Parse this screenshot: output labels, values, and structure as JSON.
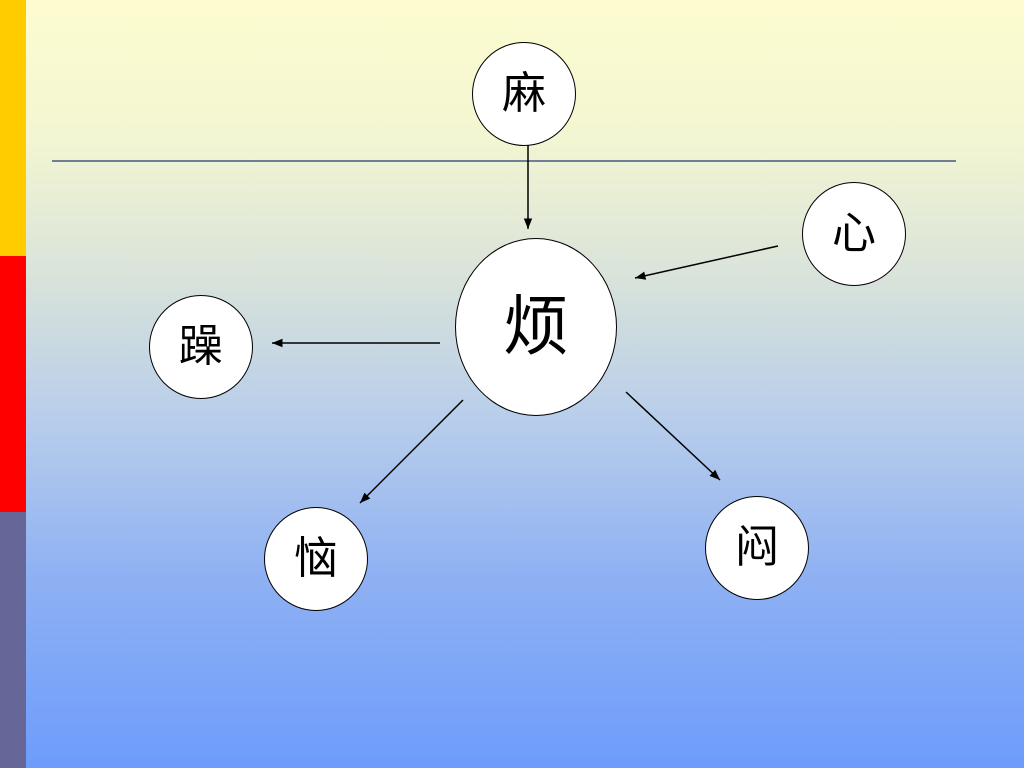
{
  "slide": {
    "background_top": "#fdfccf",
    "background_bottom": "#6d9cfc",
    "sidebar_colors": [
      "#ffcc00",
      "#ff0000",
      "#666699"
    ],
    "divider_color": "#6f7f99"
  },
  "diagram": {
    "center": {
      "id": "fan",
      "char": "烦"
    },
    "nodes": [
      {
        "id": "ma",
        "char": "麻"
      },
      {
        "id": "xin",
        "char": "心"
      },
      {
        "id": "zao",
        "char": "躁"
      },
      {
        "id": "nao",
        "char": "恼"
      },
      {
        "id": "men",
        "char": "闷"
      }
    ],
    "edges": [
      {
        "from": "ma",
        "to": "fan"
      },
      {
        "from": "xin",
        "to": "fan"
      },
      {
        "from": "fan",
        "to": "zao"
      },
      {
        "from": "fan",
        "to": "nao"
      },
      {
        "from": "fan",
        "to": "men"
      }
    ]
  }
}
